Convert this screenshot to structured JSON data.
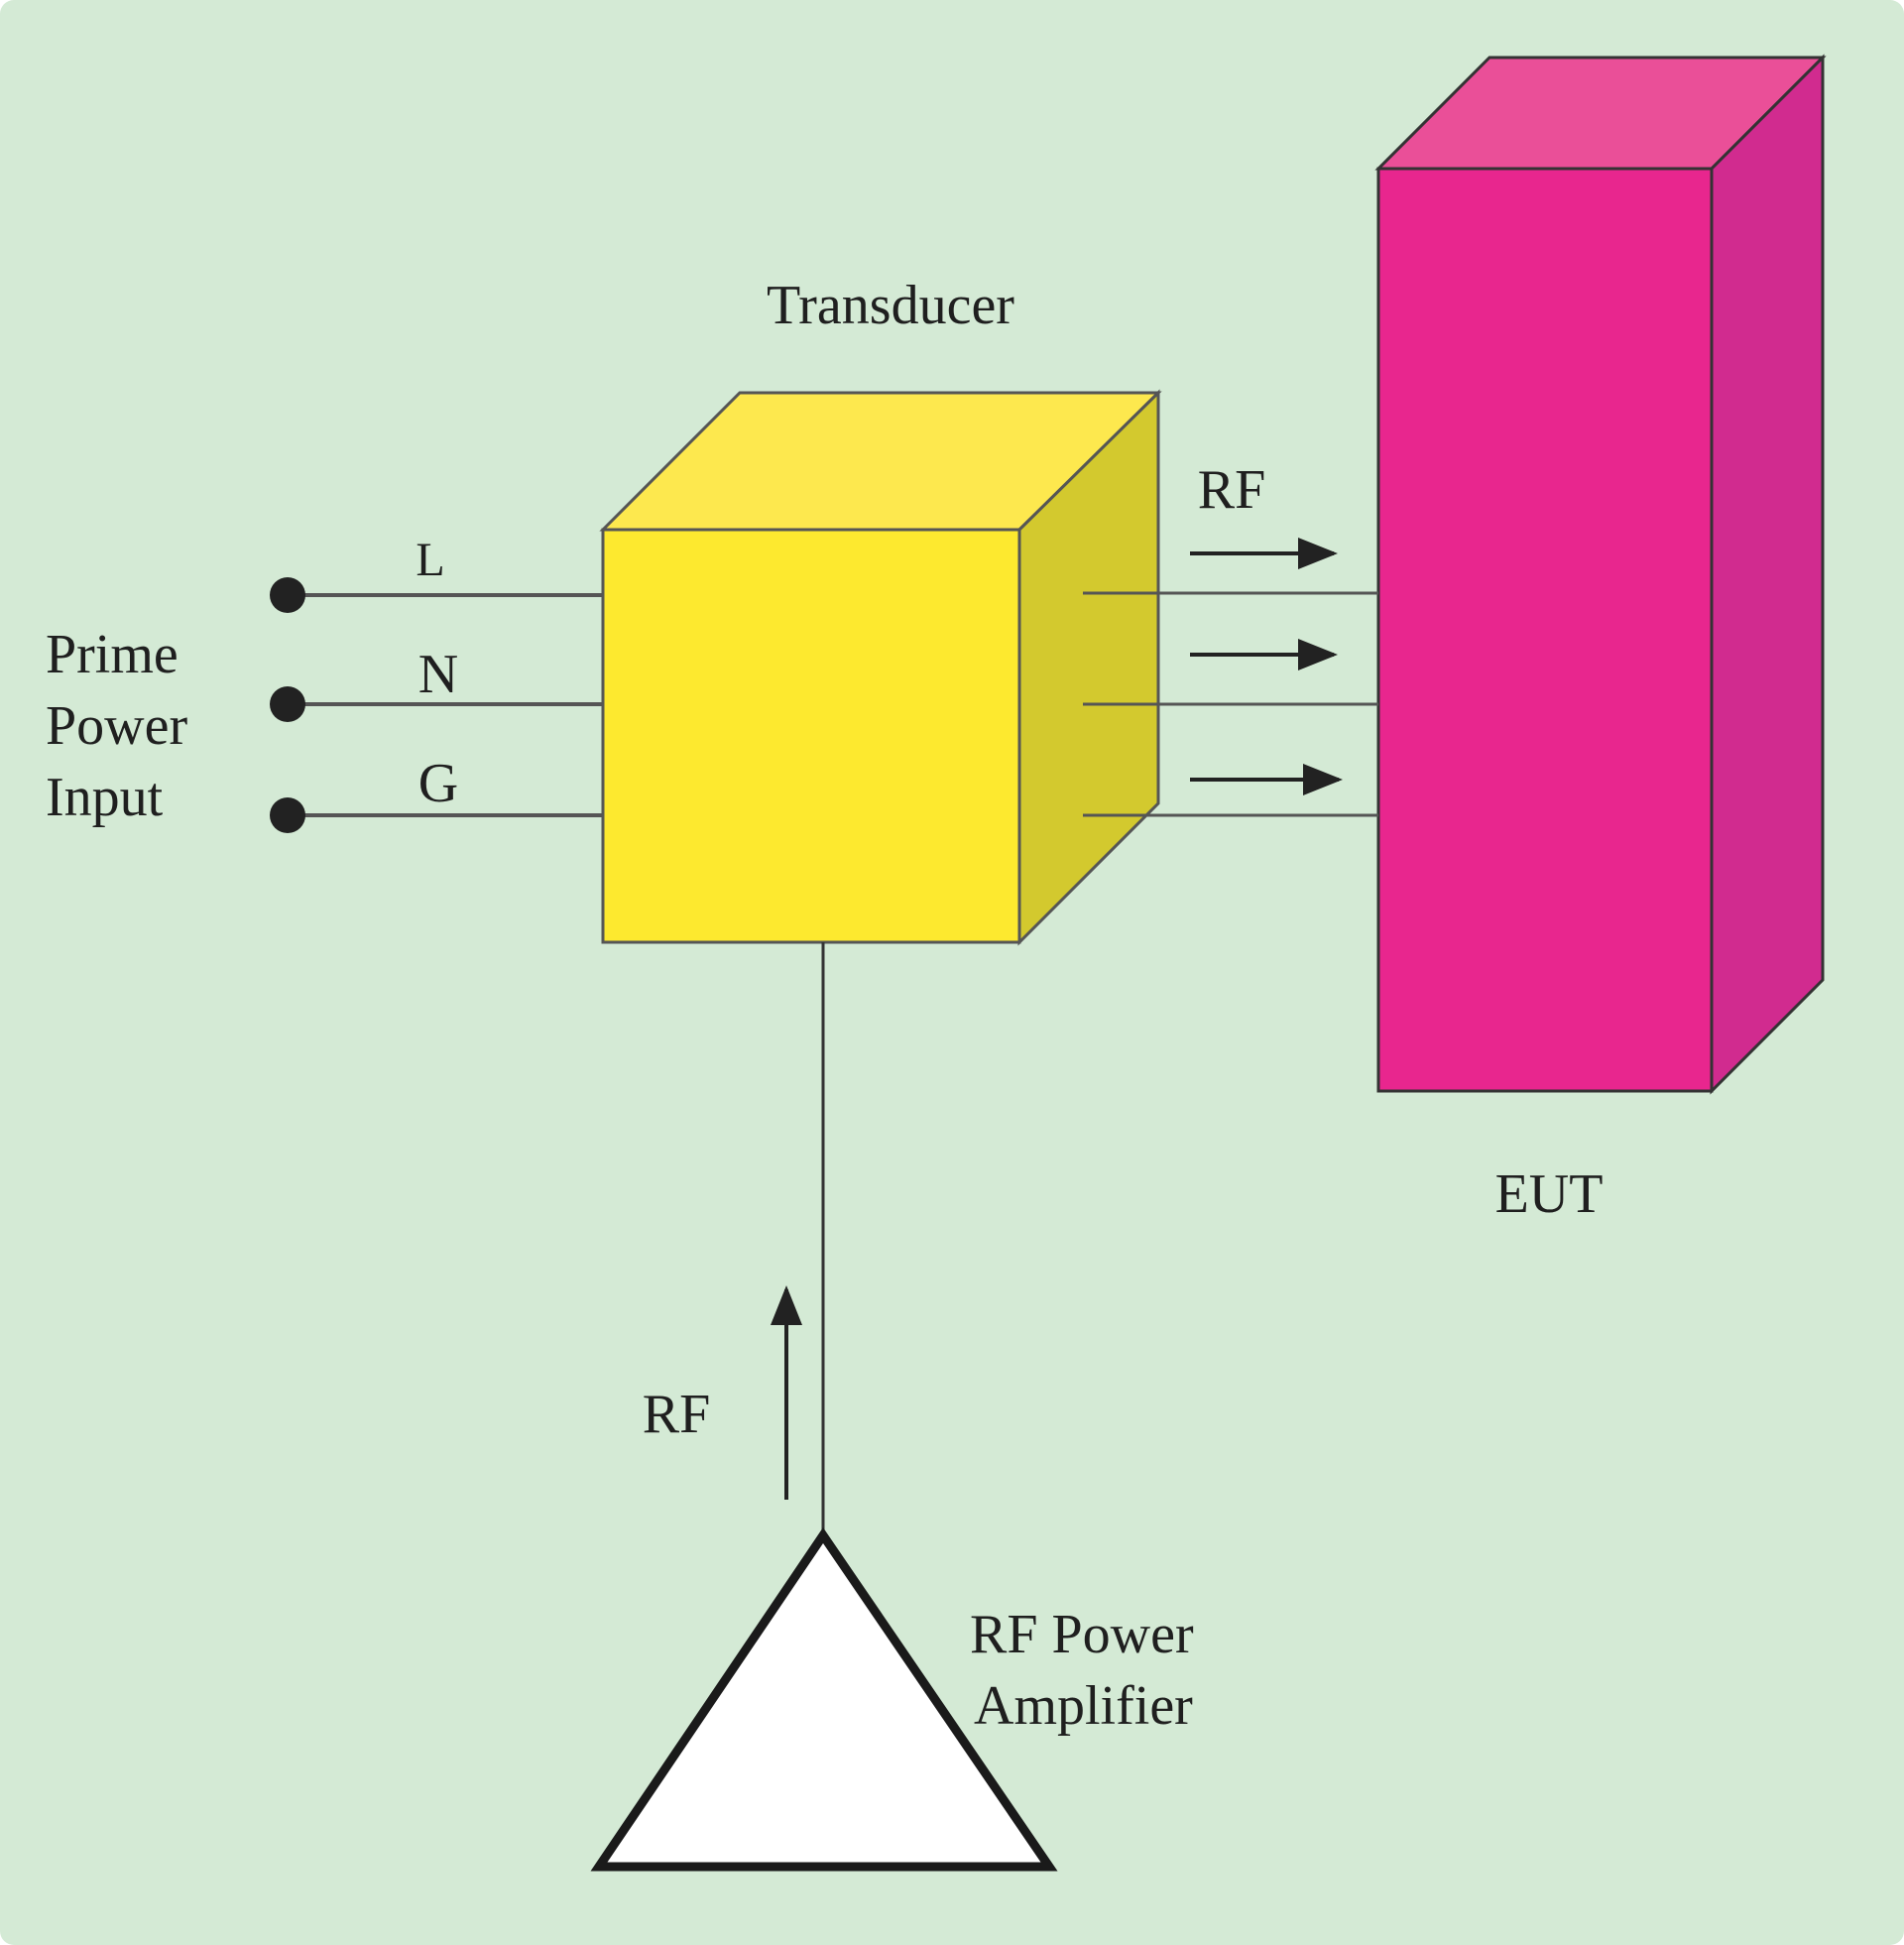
{
  "colors": {
    "background": "#d4ead5",
    "transducer_front": "#fde92f",
    "transducer_top": "#fde84e",
    "transducer_side": "#d3c92e",
    "eut_front": "#e8268e",
    "eut_top": "#ea4f98",
    "eut_side": "#d12b8f",
    "amplifier_fill": "#ffffff",
    "line": "#333333"
  },
  "labels": {
    "transducer": "Transducer",
    "eut": "EUT",
    "rf_top": "RF",
    "rf_bottom": "RF",
    "prime_power": [
      "Prime",
      "Power",
      "Input"
    ],
    "amplifier": [
      "RF Power",
      "Amplifier"
    ],
    "line_l": "L",
    "line_n": "N",
    "line_g": "G"
  },
  "icons": {
    "input_terminal": "filled-dot",
    "amplifier": "triangle",
    "flow": "arrow"
  }
}
